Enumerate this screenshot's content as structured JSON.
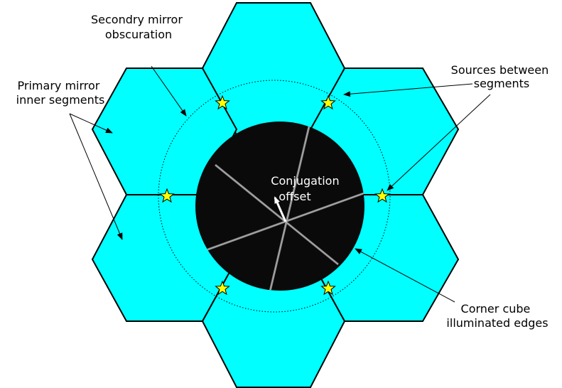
{
  "colors": {
    "segment_fill": "#00ffff",
    "segment_stroke": "#000000",
    "obscuration_fill": "#0a0a0a",
    "star_fill": "#ffff00",
    "background": "#ffffff"
  },
  "labels": {
    "secondary": [
      "Secondry mirror",
      "obscuration"
    ],
    "sources": [
      "Sources between",
      "segments"
    ],
    "primary": [
      "Primary mirror",
      "inner segments"
    ],
    "conjugation": [
      "Conjugation",
      "offset"
    ],
    "corner_cube": [
      "Corner cube",
      "illuminated edges"
    ]
  },
  "diagram": {
    "segment_count": 6,
    "source_count": 6,
    "icons": [
      "star-icon",
      "arrow-icon"
    ]
  }
}
